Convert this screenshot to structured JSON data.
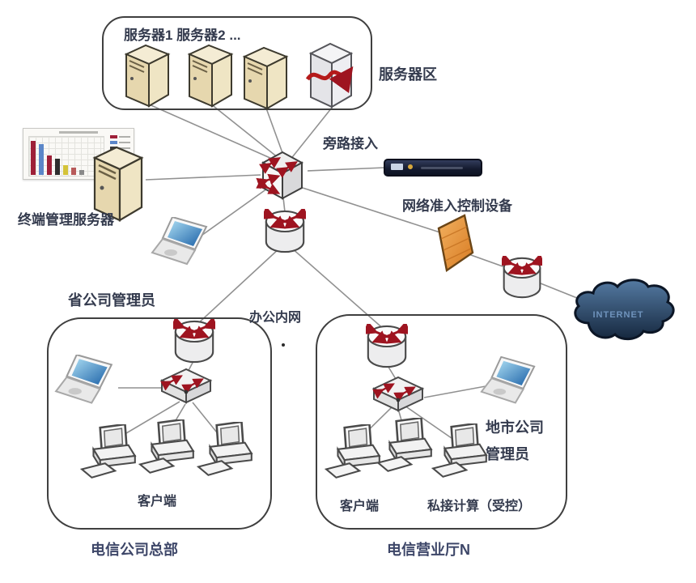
{
  "labels": {
    "servers_caption": "服务器1 服务器2 ...",
    "server_zone": "服务器区",
    "bypass_access": "旁路接入",
    "terminal_mgmt_server": "终端管理服务器",
    "nac_device": "网络准入控制设备",
    "province_admin": "省公司管理员",
    "office_intranet": "办公内网",
    "internet": "INTERNET",
    "hq_client": "客户端",
    "hq_site": "电信公司总部",
    "branch_client": "客户端",
    "branch_rogue": "私接计算（受控）",
    "branch_admin_line1": "地市公司",
    "branch_admin_line2": "管理员",
    "branch_site": "电信营业厅N",
    "stray_dot": "."
  },
  "icons": {
    "server": "tower-server",
    "special_server": "tower-server-red-arrow",
    "switch_core": "multilayer-switch-cube",
    "router": "router-cylinder",
    "switch_access": "workgroup-switch",
    "laptop": "laptop",
    "desktop": "desktop-pc",
    "firewall": "firewall-wall",
    "cloud": "internet-cloud",
    "nac_appliance": "rack-appliance",
    "chart_thumbnail": "report-chart-thumbnail"
  },
  "colors": {
    "wire": "#919191",
    "text": "#343b4e",
    "site_text": "#3d4668",
    "box_border": "#3f3f3f",
    "arrow_red": "#9e1420",
    "server_beige": "#e6d7ae",
    "firewall_orange": "#e58a2e",
    "cloud_blue": "#2c4a70",
    "appliance_navy": "#1c2338"
  },
  "mini_chart": {
    "bars": [
      {
        "color": "#9e2038",
        "h": 42
      },
      {
        "color": "#5b86c8",
        "h": 38
      },
      {
        "color": "#9e2038",
        "h": 24
      },
      {
        "color": "#2e2e2e",
        "h": 20
      },
      {
        "color": "#d4c338",
        "h": 12
      },
      {
        "color": "#b85a5a",
        "h": 9
      },
      {
        "color": "#8a8a8a",
        "h": 6
      }
    ],
    "legend": [
      "#9e2038",
      "#5b86c8",
      "#3a3a3a",
      "#d4c338",
      "#b85a5a",
      "#7a9e5a",
      "#9e2038"
    ]
  }
}
